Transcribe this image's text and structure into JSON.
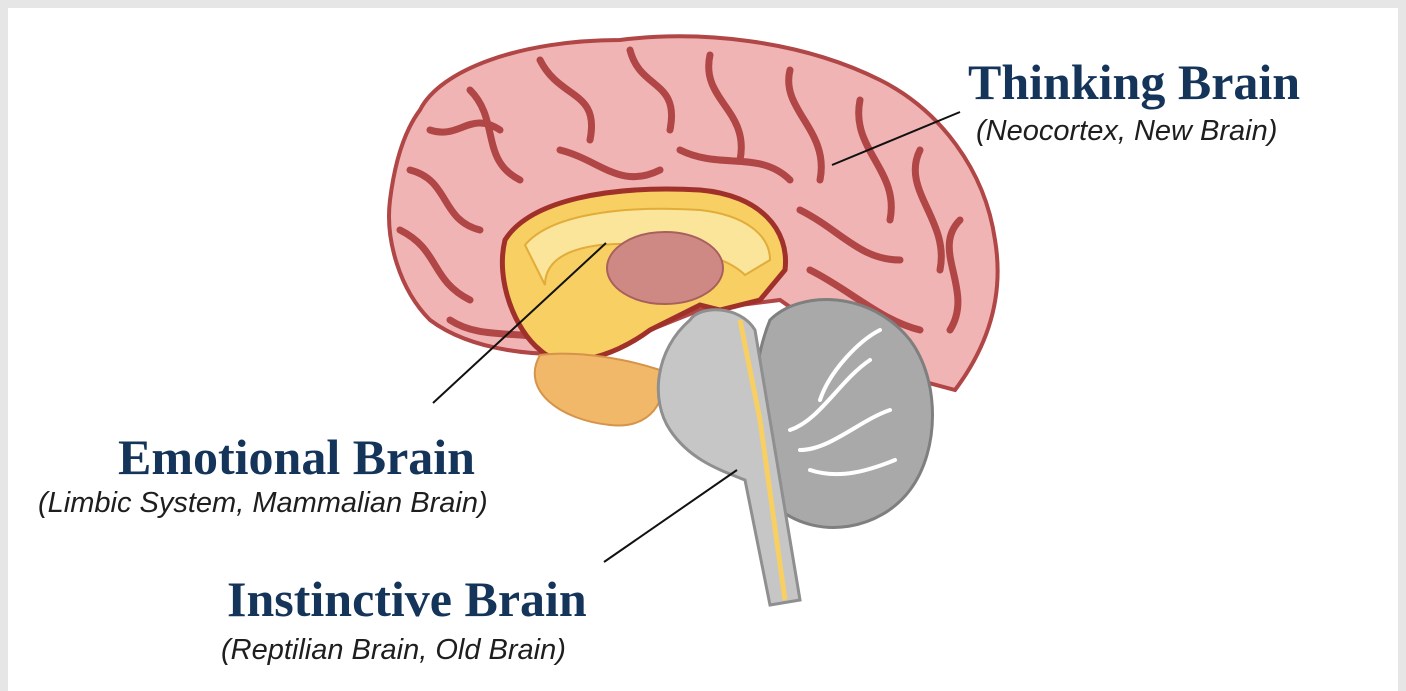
{
  "labels": {
    "thinking": {
      "title": "Thinking Brain",
      "subtitle": "(Neocortex, New Brain)"
    },
    "emotional": {
      "title": "Emotional Brain",
      "subtitle": "(Limbic System, Mammalian Brain)"
    },
    "instinctive": {
      "title": "Instinctive Brain",
      "subtitle": "(Reptilian Brain, Old Brain)"
    }
  },
  "colors": {
    "cortex_fill": "#f0b4b4",
    "cortex_sulci": "#b04646",
    "limbic_fill": "#f7cf63",
    "limbic_light": "#fbe59a",
    "thalamus": "#cf8985",
    "brainstem": "#c6c6c6",
    "cerebellum": "#a9a9a9",
    "title_text": "#14345a"
  }
}
